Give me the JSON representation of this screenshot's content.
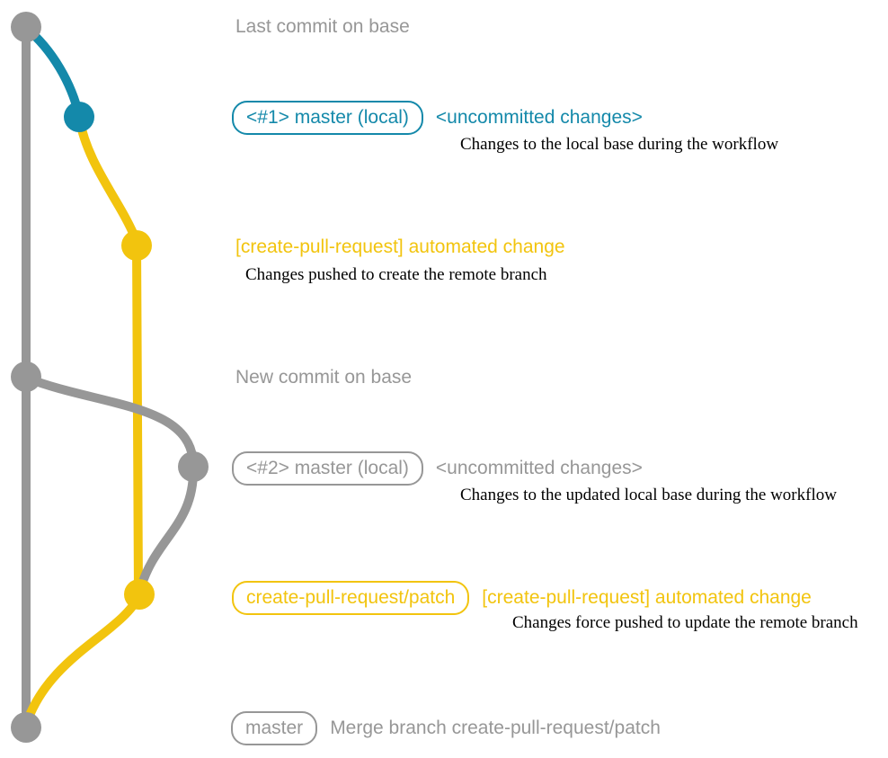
{
  "colors": {
    "gray": "#979797",
    "teal": "#1489aa",
    "yellow": "#f2c40e",
    "desc_text": "#000000"
  },
  "graph": {
    "nodes": [
      {
        "name": "commit-last-on-base",
        "color": "gray"
      },
      {
        "name": "commit-local-1",
        "color": "teal"
      },
      {
        "name": "commit-automated-1",
        "color": "yellow"
      },
      {
        "name": "commit-new-on-base",
        "color": "gray"
      },
      {
        "name": "commit-local-2",
        "color": "gray"
      },
      {
        "name": "commit-automated-2",
        "color": "yellow"
      },
      {
        "name": "commit-merge",
        "color": "gray"
      }
    ]
  },
  "rows": {
    "r1": {
      "text": "Last commit on base"
    },
    "r2": {
      "tag": "<#1> master (local)",
      "title": "<uncommitted changes>",
      "desc": "Changes to the local base during the workflow"
    },
    "r3": {
      "title": "[create-pull-request] automated change",
      "desc": "Changes pushed to create the remote branch"
    },
    "r4": {
      "text": "New commit on base"
    },
    "r5": {
      "tag": "<#2> master (local)",
      "title": "<uncommitted changes>",
      "desc": "Changes to the updated local base during the workflow"
    },
    "r6": {
      "tag": "create-pull-request/patch",
      "title": "[create-pull-request] automated change",
      "desc": "Changes force pushed to update the remote branch"
    },
    "r7": {
      "tag": "master",
      "text": "Merge branch create-pull-request/patch"
    }
  }
}
